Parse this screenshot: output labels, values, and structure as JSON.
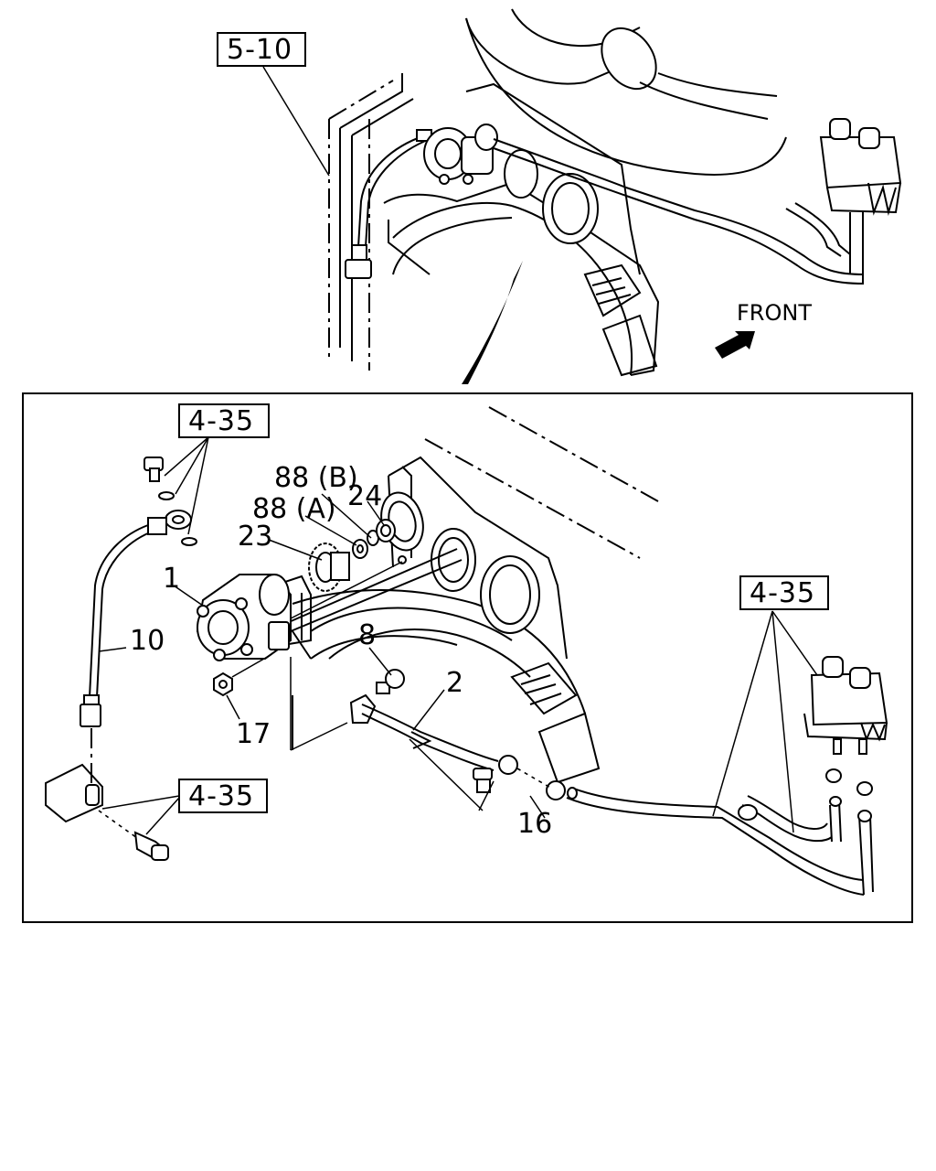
{
  "top_view": {
    "ref_box": "5-10",
    "front_label": "FRONT"
  },
  "detail_view": {
    "ref_boxes": [
      "4-35",
      "4-35",
      "4-35"
    ],
    "part_labels": {
      "p1": "1",
      "p2": "2",
      "p8": "8",
      "p10": "10",
      "p16": "16",
      "p17": "17",
      "p23": "23",
      "p24": "24",
      "p88a": "88 (A)",
      "p88b": "88 (B)"
    }
  }
}
